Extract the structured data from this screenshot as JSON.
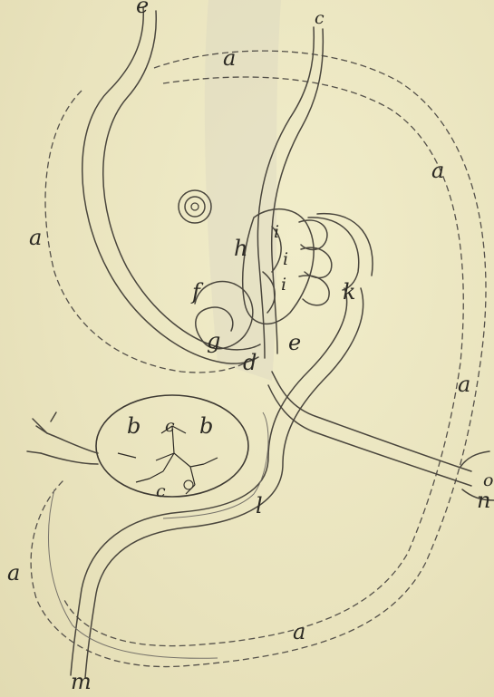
{
  "labels": {
    "a_top": "a",
    "a_left": "a",
    "a_right_upper": "a",
    "a_right_lower": "a",
    "a_bottom_left": "a",
    "a_bottom": "a",
    "e_top": "e",
    "c_top": "c",
    "h": "h",
    "f": "f",
    "g": "g",
    "d": "d",
    "e_mid": "e",
    "k": "k",
    "i_1": "i",
    "i_2": "i",
    "i_3": "i",
    "b_left": "b",
    "c_mid": "c",
    "b_right": "b",
    "c_low": "c",
    "l": "l",
    "m": "m",
    "n": "n",
    "o": "o"
  }
}
